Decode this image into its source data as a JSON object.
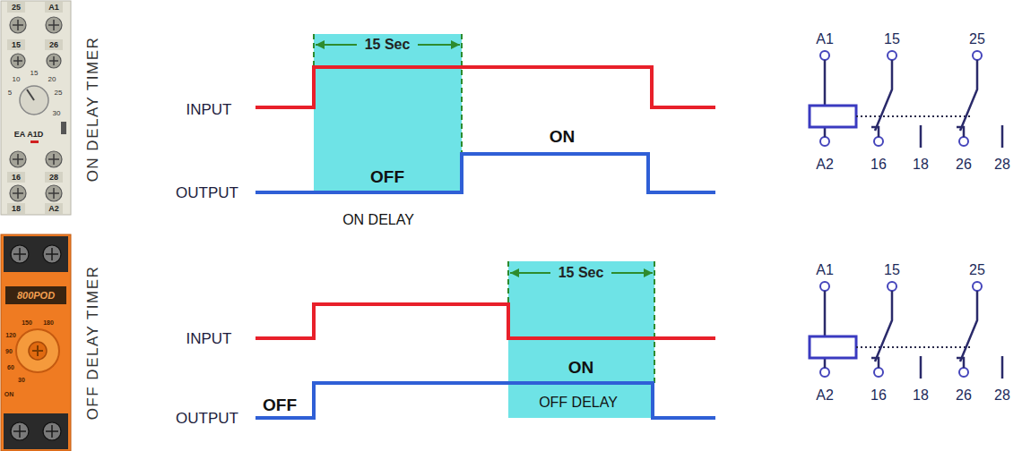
{
  "diagram": {
    "nodes": [
      {
        "text": [
          "15 Sec",
          "OFF"
        ]
      },
      {
        "text": [
          "15 Sec",
          "ON",
          "OFF DELAY"
        ]
      }
    ],
    "labels": [
      "25",
      "A1",
      "15",
      "26",
      "5",
      "10",
      "15",
      "20",
      "25",
      "30",
      "EA A1D",
      "16",
      "28",
      "18",
      "A2",
      "ON DELAY TIMER",
      "INPUT",
      "OUTPUT",
      "ON",
      "ON DELAY",
      "A1",
      "15",
      "25",
      "A2",
      "16",
      "18",
      "26",
      "28",
      "800POD",
      "150",
      "180",
      "120",
      "90",
      "60",
      "30",
      "ON",
      "OFF DELAY TIMER",
      "INPUT",
      "OUTPUT",
      "OFF",
      "A1",
      "15",
      "25",
      "A2",
      "16",
      "18",
      "26",
      "28"
    ]
  }
}
